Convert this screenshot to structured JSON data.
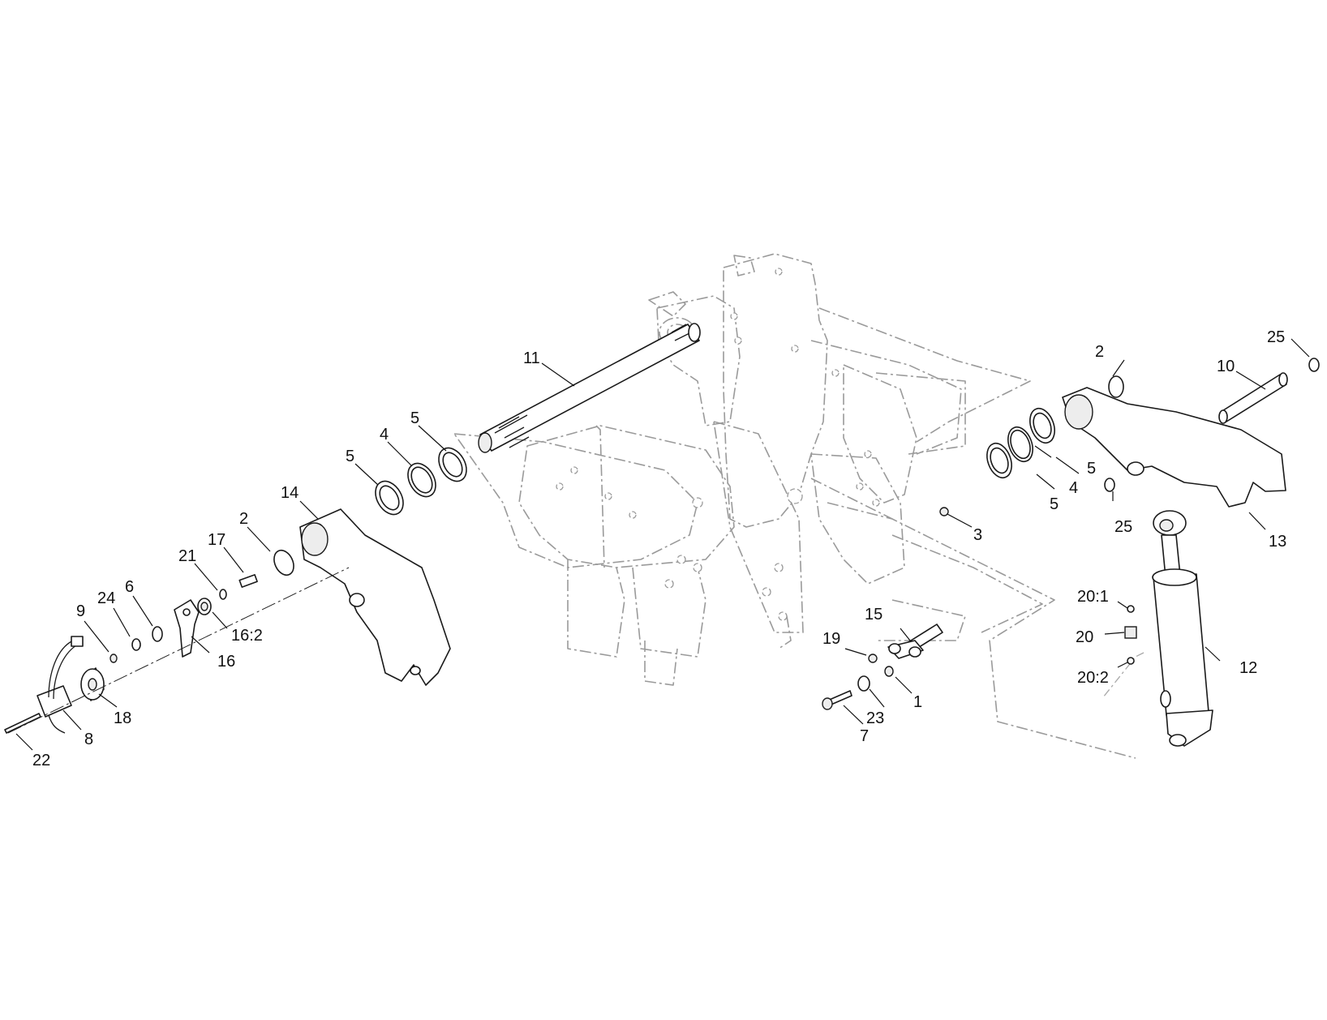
{
  "callouts": [
    {
      "id": "c11",
      "label": "11"
    },
    {
      "id": "c5a",
      "label": "5"
    },
    {
      "id": "c4a",
      "label": "4"
    },
    {
      "id": "c5b",
      "label": "5"
    },
    {
      "id": "c14",
      "label": "14"
    },
    {
      "id": "c2a",
      "label": "2"
    },
    {
      "id": "c17",
      "label": "17"
    },
    {
      "id": "c21",
      "label": "21"
    },
    {
      "id": "c6",
      "label": "6"
    },
    {
      "id": "c24",
      "label": "24"
    },
    {
      "id": "c9",
      "label": "9"
    },
    {
      "id": "c16_2",
      "label": "16:2"
    },
    {
      "id": "c16",
      "label": "16"
    },
    {
      "id": "c18",
      "label": "18"
    },
    {
      "id": "c8",
      "label": "8"
    },
    {
      "id": "c22",
      "label": "22"
    },
    {
      "id": "c2b",
      "label": "2"
    },
    {
      "id": "c10",
      "label": "10"
    },
    {
      "id": "c25a",
      "label": "25"
    },
    {
      "id": "c5c",
      "label": "5"
    },
    {
      "id": "c4b",
      "label": "4"
    },
    {
      "id": "c5d",
      "label": "5"
    },
    {
      "id": "c25b",
      "label": "25"
    },
    {
      "id": "c13",
      "label": "13"
    },
    {
      "id": "c3",
      "label": "3"
    },
    {
      "id": "c15",
      "label": "15"
    },
    {
      "id": "c19",
      "label": "19"
    },
    {
      "id": "c1",
      "label": "1"
    },
    {
      "id": "c23",
      "label": "23"
    },
    {
      "id": "c7",
      "label": "7"
    },
    {
      "id": "c20_1",
      "label": "20:1"
    },
    {
      "id": "c20",
      "label": "20"
    },
    {
      "id": "c20_2",
      "label": "20:2"
    },
    {
      "id": "c12",
      "label": "12"
    }
  ]
}
